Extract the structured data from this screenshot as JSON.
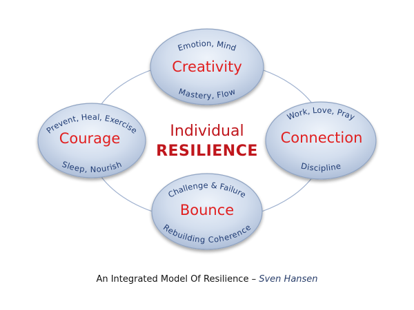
{
  "diagram": {
    "center": {
      "line1": "Individual",
      "line2": "RESILIENCE"
    },
    "nodes": {
      "creativity": {
        "title": "Creativity",
        "top": "Emotion, Mind",
        "bottom": "Mastery, Flow"
      },
      "courage": {
        "title": "Courage",
        "top": "Prevent, Heal, Exercise",
        "bottom": "Sleep, Nourish"
      },
      "connection": {
        "title": "Connection",
        "top": "Work, Love, Pray",
        "bottom": "Discipline"
      },
      "bounce": {
        "title": "Bounce",
        "top": "Challenge & Failure",
        "bottom": "Rebuilding Coherence"
      }
    }
  },
  "caption": {
    "text": "An Integrated Model Of Resilience – ",
    "author": "Sven Hansen"
  },
  "colors": {
    "accent": "#e11f1f",
    "text": "#1f3b73",
    "ellipse_fill": "#c7d4e8",
    "ellipse_stroke": "#8fa3c2",
    "ring": "#9fb1cf"
  }
}
